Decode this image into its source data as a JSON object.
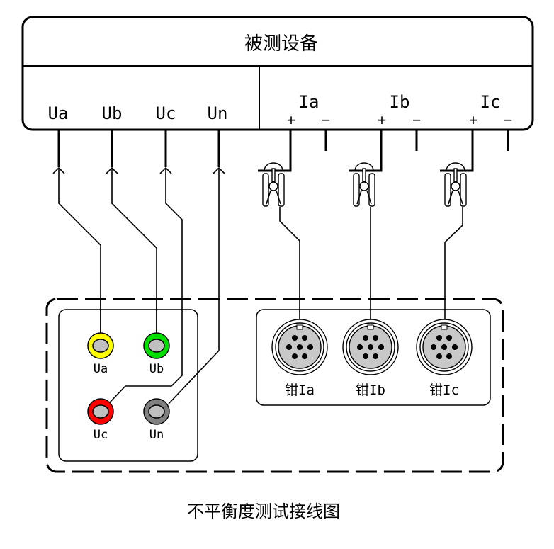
{
  "diagram": {
    "caption": "不平衡度测试接线图",
    "device_under_test": {
      "title": "被测设备",
      "voltage_terminals": [
        "Ua",
        "Ub",
        "Uc",
        "Un"
      ],
      "current_groups": [
        {
          "label": "Ia",
          "plus": "+",
          "minus": "−"
        },
        {
          "label": "Ib",
          "plus": "+",
          "minus": "−"
        },
        {
          "label": "Ic",
          "plus": "+",
          "minus": "−"
        }
      ]
    },
    "instrument": {
      "voltage_jacks": [
        {
          "label": "Ua",
          "color": "#ffff00"
        },
        {
          "label": "Ub",
          "color": "#00e000"
        },
        {
          "label": "Uc",
          "color": "#ff0000"
        },
        {
          "label": "Un",
          "color": "#808080"
        }
      ],
      "clamp_connectors": [
        {
          "label": "钳Ia"
        },
        {
          "label": "钳Ib"
        },
        {
          "label": "钳Ic"
        }
      ],
      "jack_center_color": "#c0c0c0",
      "connector_body_color": "#c8c8c8"
    }
  }
}
